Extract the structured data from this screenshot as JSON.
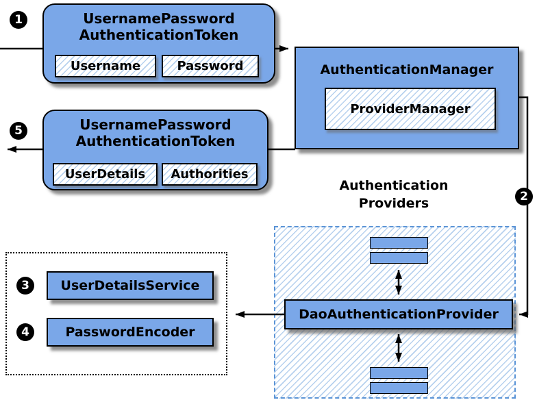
{
  "colors": {
    "box_blue": "#7aa7e8",
    "hatch_blue": "#b7d1ee",
    "dashed_border_blue": "#5b94d6",
    "outline": "#000000",
    "background": "#ffffff"
  },
  "badges": {
    "step1": "1",
    "step2": "2",
    "step3": "3",
    "step4": "4",
    "step5": "5"
  },
  "token_request": {
    "title": [
      "UsernamePassword",
      "AuthenticationToken"
    ],
    "fields": [
      "Username",
      "Password"
    ]
  },
  "authentication_manager": {
    "title": "AuthenticationManager",
    "inner": "ProviderManager"
  },
  "token_result": {
    "title": [
      "UsernamePassword",
      "AuthenticationToken"
    ],
    "fields": [
      "UserDetails",
      "Authorities"
    ]
  },
  "providers": {
    "group_label": [
      "Authentication",
      "Providers"
    ],
    "dao_provider": "DaoAuthenticationProvider"
  },
  "services": {
    "user_details_service": "UserDetailsService",
    "password_encoder": "PasswordEncoder"
  }
}
